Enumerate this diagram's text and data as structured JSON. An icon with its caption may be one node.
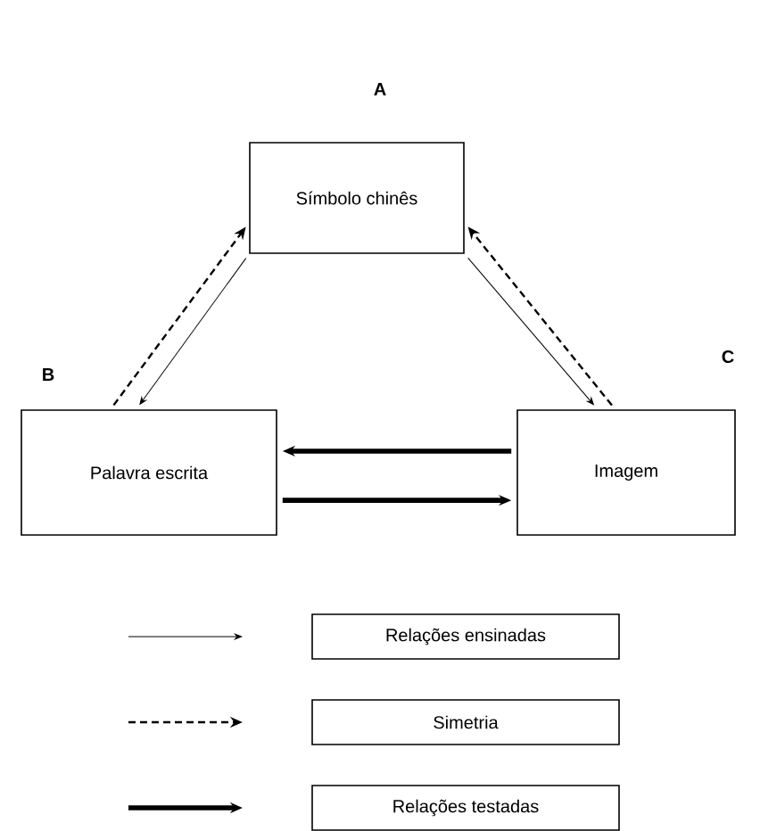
{
  "diagram": {
    "nodes": [
      {
        "text": [
          "Símbolo chinês"
        ],
        "beside": [
          "A"
        ]
      },
      {
        "text": [
          "Palavra escrita"
        ],
        "beside": [
          "B"
        ]
      },
      {
        "text": [
          "Imagem"
        ],
        "beside": [
          "C"
        ]
      }
    ],
    "edges": [
      {
        "from": 0,
        "to": 1,
        "arrow": "to"
      },
      {
        "from": 1,
        "to": 0,
        "arrow": "to",
        "style": "dashed"
      },
      {
        "from": 0,
        "to": 2,
        "arrow": "to"
      },
      {
        "from": 2,
        "to": 0,
        "arrow": "to",
        "style": "dashed"
      },
      {
        "from": 2,
        "to": 1,
        "arrow": "to",
        "style": "thick"
      },
      {
        "from": 1,
        "to": 2,
        "arrow": "to",
        "style": "thick"
      }
    ],
    "legend": [
      {
        "text": "Relações ensinadas"
      },
      {
        "text": "Simetria"
      },
      {
        "text": "Relações testadas"
      }
    ]
  }
}
